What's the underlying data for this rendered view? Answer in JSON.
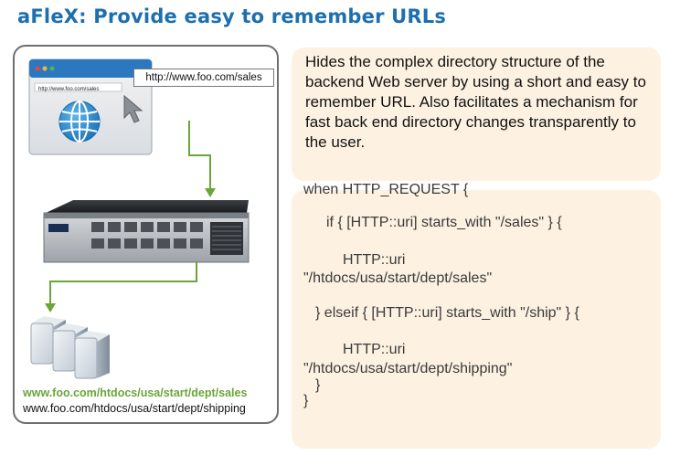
{
  "title": "aFleX: Provide easy to remember URLs",
  "browser": {
    "callout_url": "http://www.foo.com/sales",
    "address_bar_text": "http://www.foo.com/sales"
  },
  "urls": {
    "sales": "www.foo.com/htdocs/usa/start/dept/sales",
    "shipping": "www.foo.com/htdocs/usa/start/dept/shipping"
  },
  "description": "Hides the complex directory structure of the backend Web server by using a short and easy to remember URL.  Also facilitates a mechanism for fast back end directory changes transparently to the user.",
  "code": {
    "line1": "when HTTP_REQUEST {",
    "line2": "if { [HTTP::uri] starts_with \"/sales\" } {",
    "line3": "HTTP::uri",
    "line4": "\"/htdocs/usa/start/dept/sales\"",
    "line5": "} elseif { [HTTP::uri] starts_with \"/ship\" } {",
    "line6": "HTTP::uri",
    "line7": "\"/htdocs/usa/start/dept/shipping\"",
    "line8": "}",
    "line9": "}"
  },
  "colors": {
    "title": "#1d6fae",
    "arrow": "#6aa53a",
    "panel": "#fdf2e1"
  }
}
